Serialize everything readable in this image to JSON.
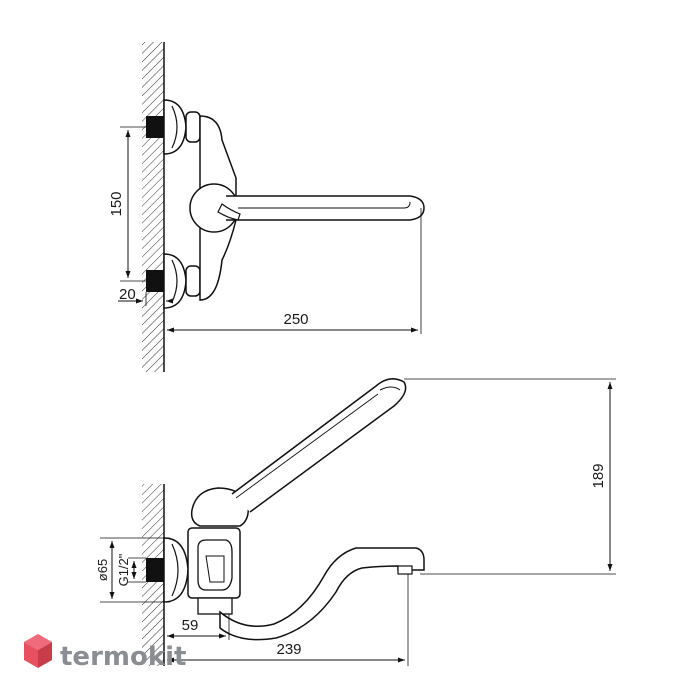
{
  "top_view": {
    "dim_vertical": "150",
    "dim_offset": "20",
    "dim_length": "250"
  },
  "side_view": {
    "dim_height": "189",
    "dim_diameter": "ø65",
    "dim_thread": "G1/2\"",
    "dim_body": "59",
    "dim_spout": "239"
  },
  "watermark": {
    "text": "termokit",
    "colors": {
      "logo_top": "#f06b7b",
      "logo_left": "#e8505f",
      "logo_right": "#c93c4a",
      "text": "#8a8d92"
    }
  }
}
